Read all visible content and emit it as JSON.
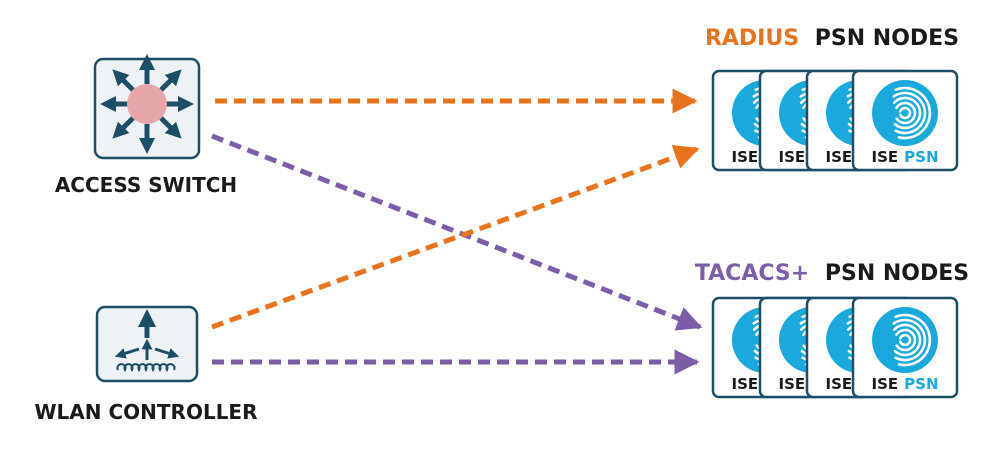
{
  "colors": {
    "radius": "#e8731c",
    "tacacs": "#7b5ea7",
    "device_border": "#1e4e66",
    "device_fill": "#eef2f4",
    "arrow_icon": "#1e4e66",
    "switch_center": "#e5a6a9",
    "node_border": "#1e4e66",
    "fingerprint": "#1aa9dd",
    "label_dark": "#1a1a1a"
  },
  "devices": {
    "access_switch": {
      "label": "ACCESS SWITCH",
      "icon": "layer3-switch-icon"
    },
    "wlan_controller": {
      "label": "WLAN CONTROLLER",
      "icon": "wlan-controller-icon"
    }
  },
  "groups": {
    "radius": {
      "title_accent": "RADIUS",
      "title_rest": "PSN NODES"
    },
    "tacacs": {
      "title_accent": "TACACS+",
      "title_rest": "PSN NODES"
    }
  },
  "node": {
    "prefix": "ISE",
    "suffix": "PSN",
    "icon": "fingerprint-icon"
  },
  "connections": [
    {
      "from": "ACCESS SWITCH",
      "to": "RADIUS PSN NODES",
      "protocol": "radius"
    },
    {
      "from": "ACCESS SWITCH",
      "to": "TACACS+ PSN NODES",
      "protocol": "tacacs"
    },
    {
      "from": "WLAN CONTROLLER",
      "to": "RADIUS PSN NODES",
      "protocol": "radius"
    },
    {
      "from": "WLAN CONTROLLER",
      "to": "TACACS+ PSN NODES",
      "protocol": "tacacs"
    }
  ]
}
